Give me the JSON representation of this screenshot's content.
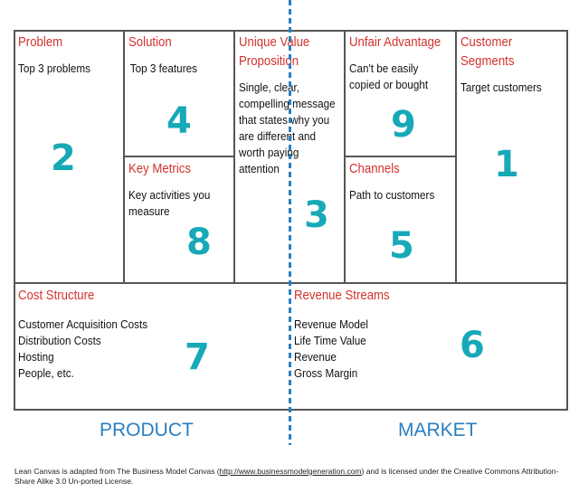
{
  "canvas": {
    "cells": {
      "problem": {
        "title": "Problem",
        "desc": "Top 3 problems",
        "number": "2"
      },
      "solution": {
        "title": "Solution",
        "desc": "Top 3 features",
        "number": "4"
      },
      "key_metrics": {
        "title": "Key Metrics",
        "desc_lines": [
          "Key activities you",
          "measure"
        ],
        "number": "8"
      },
      "uvp": {
        "title_lines": [
          "Unique Value",
          "Proposition"
        ],
        "desc_lines": [
          "Single, clear,",
          "compelling message",
          "that states why you",
          "are different and",
          "worth paying",
          "attention"
        ],
        "number": "3"
      },
      "unfair_advantage": {
        "title": "Unfair Advantage",
        "desc_lines": [
          "Can't be easily",
          "copied or bought"
        ],
        "number": "9"
      },
      "channels": {
        "title": "Channels",
        "desc": "Path to customers",
        "number": "5"
      },
      "customer_segments": {
        "title_lines": [
          "Customer",
          "Segments"
        ],
        "desc": "Target customers",
        "number": "1"
      },
      "cost_structure": {
        "title": "Cost Structure",
        "items": [
          "Customer Acquisition Costs",
          "Distribution Costs",
          "Hosting",
          "People, etc."
        ],
        "number": "7"
      },
      "revenue_streams": {
        "title": "Revenue Streams",
        "items": [
          "Revenue Model",
          "Life Time Value",
          "Revenue",
          "Gross Margin"
        ],
        "number": "6"
      }
    },
    "labels": {
      "left": "PRODUCT",
      "right": "MARKET"
    }
  },
  "footer": {
    "text_before": "Lean Canvas is adapted from The Business Model Canvas (",
    "link": "http://www.businessmodelgeneration.com",
    "text_after": ") and is licensed under the Creative Commons Attribution-Share Alike 3.0 Un-ported License."
  },
  "colors": {
    "title": "#d2322d",
    "number": "#17a9b7",
    "divider": "#2a7fc1",
    "border": "#555555"
  }
}
